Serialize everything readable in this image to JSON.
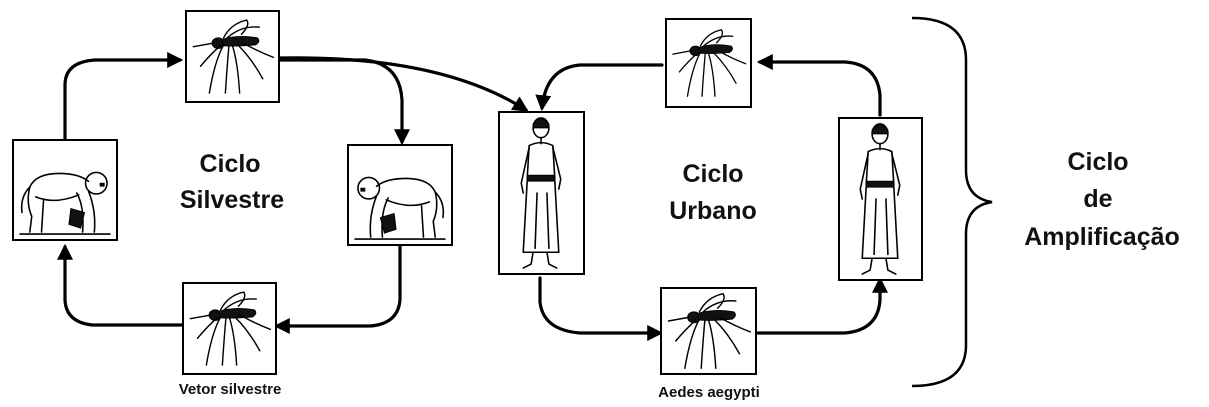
{
  "labels": {
    "ciclo_silvestre_line1": "Ciclo",
    "ciclo_silvestre_line2": "Silvestre",
    "ciclo_urbano_line1": "Ciclo",
    "ciclo_urbano_line2": "Urbano",
    "amplificacao_line1": "Ciclo",
    "amplificacao_line2": "de",
    "amplificacao_line3": "Amplificação",
    "vetor_silvestre": "Vetor silvestre",
    "aedes_aegypti": "Aedes aegypti"
  },
  "icons": {
    "mosquito": "mosquito-icon",
    "monkey": "monkey-icon",
    "human": "human-icon"
  },
  "colors": {
    "ink": "#000000",
    "background": "#ffffff"
  }
}
